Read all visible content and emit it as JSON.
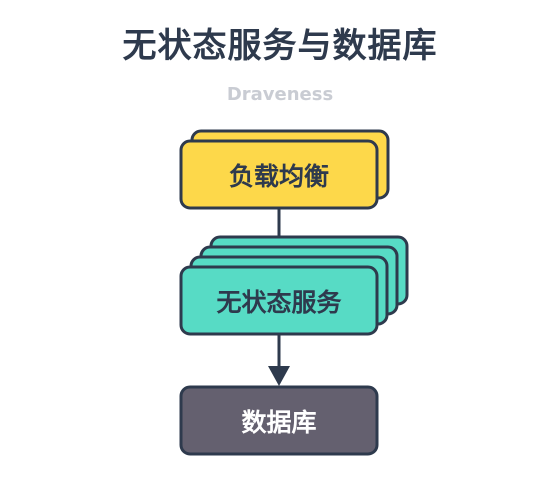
{
  "title": "无状态服务与数据库",
  "author": "Draveness",
  "nodes": {
    "load_balancer": {
      "label": "负载均衡",
      "fill": "#fdd84a"
    },
    "stateless_service": {
      "label": "无状态服务",
      "fill": "#57dbc5"
    },
    "database": {
      "label": "数据库",
      "fill": "#64606f"
    }
  },
  "colors": {
    "stroke": "#2e3a4d",
    "arrow": "#2e3a4d"
  }
}
